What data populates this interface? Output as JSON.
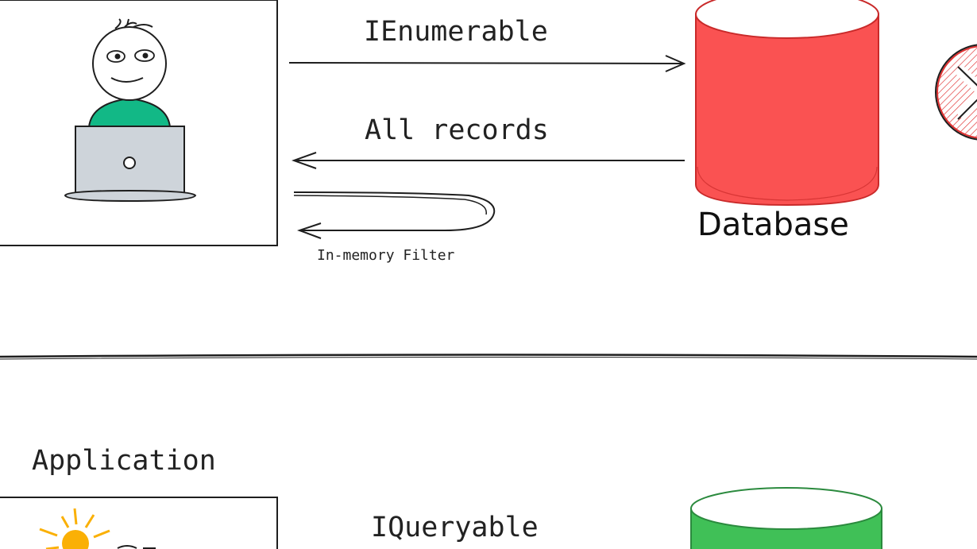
{
  "top": {
    "enumerable_label": "IEnumerable",
    "all_records_label": "All records",
    "in_memory_label": "In-memory Filter",
    "database_label": "Database",
    "database_color": "#fa5252"
  },
  "bottom": {
    "application_label": "Application",
    "queryable_label": "IQueryable",
    "database_color": "#40c057"
  },
  "colors": {
    "person_shirt": "#12b886",
    "laptop": "#ced4da",
    "bulb": "#fab005",
    "error_hatch": "#e03131"
  },
  "icons": [
    "person-at-laptop-icon",
    "lightbulb-icon",
    "error-x-icon"
  ]
}
